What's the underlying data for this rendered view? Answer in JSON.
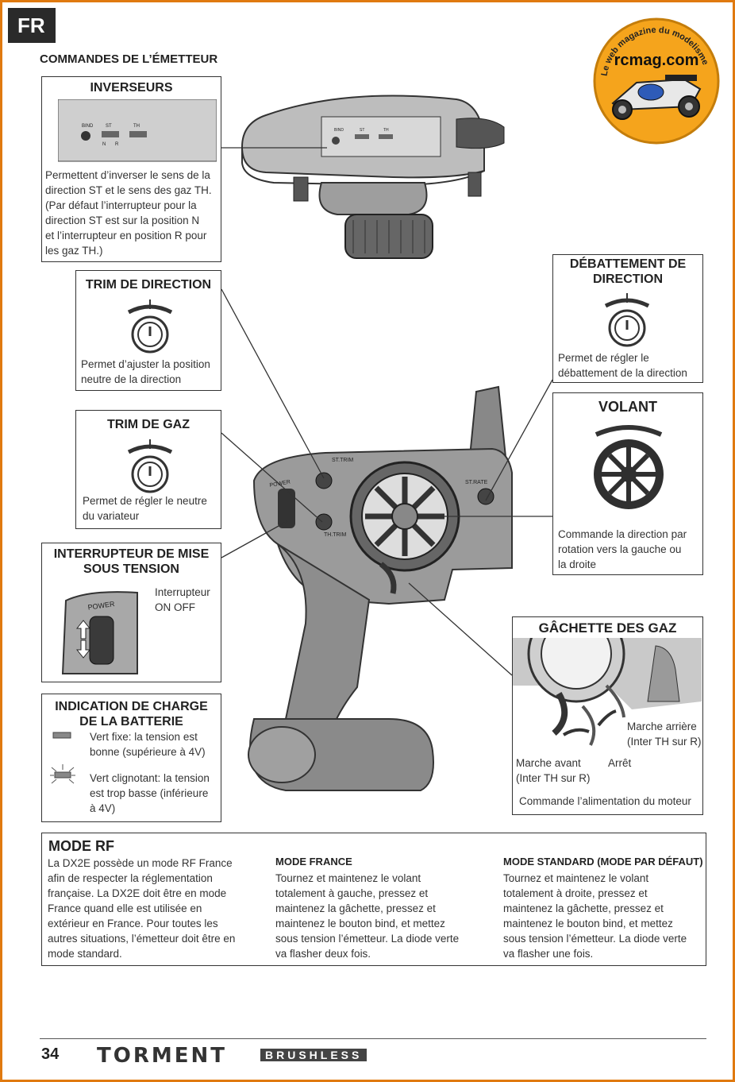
{
  "page": {
    "lang_tag": "FR",
    "section_title": "COMMANDES DE L’ÉMETTEUR",
    "page_number": "34",
    "brand": "TORMENT",
    "brand_sub": "BRUSHLESS"
  },
  "logo": {
    "arc_text": "Le web magazine du modelisme",
    "main_text": "rcmag.com"
  },
  "inverseurs": {
    "title": "INVERSEURS",
    "text": "Permettent d’inverser le sens de la\ndirection ST et le sens des gaz TH.\n(Par défaut l’interrupteur pour la\ndirection ST est sur la position N\net l’interrupteur en position R pour\nles gaz TH.)"
  },
  "trim_direction": {
    "title": "TRIM DE DIRECTION",
    "text": "Permet d’ajuster la position\nneutre de la direction"
  },
  "trim_gaz": {
    "title": "TRIM DE GAZ",
    "text": "Permet de régler le neutre\ndu variateur"
  },
  "interrupteur": {
    "title": "INTERRUPTEUR DE MISE\nSOUS TENSION",
    "text": "Interrupteur\nON OFF",
    "switch_label": "POWER"
  },
  "batterie": {
    "title": "INDICATION DE CHARGE\nDE LA BATTERIE",
    "fixed_text": "Vert fixe: la tension est\nbonne (supérieure à 4V)",
    "blink_text": "Vert clignotant: la tension\nest trop basse (inférieure\nà 4V)"
  },
  "debattement": {
    "title": "DÉBATTEMENT DE\nDIRECTION",
    "text": "Permet de régler le\ndébattement de la direction"
  },
  "volant": {
    "title": "VOLANT",
    "text": "Commande la direction par\nrotation vers la gauche ou\nla droite"
  },
  "gachette": {
    "title": "GÂCHETTE DES GAZ",
    "reverse": "Marche arrière\n(Inter TH sur R)",
    "forward": "Marche avant\n(Inter TH sur R)",
    "stop": "Arrêt",
    "caption": "Commande l’alimentation du moteur"
  },
  "transmitter_labels": {
    "power": "POWER",
    "st_trim": "ST.TRIM",
    "th_trim": "TH.TRIM",
    "st_rate": "ST.RATE",
    "bind": "BIND",
    "st": "ST",
    "th": "TH",
    "n": "N",
    "r": "R"
  },
  "rf": {
    "title": "MODE RF",
    "intro": "La DX2E possède un mode RF France\nafin de respecter la réglementation\nfrançaise. La DX2E doit être en mode\nFrance quand elle est utilisée en\nextérieur en France. Pour toutes les\nautres situations, l’émetteur doit être en\nmode standard.",
    "france_title": "MODE FRANCE",
    "france_text": "Tournez et maintenez le volant\ntotalement à gauche, pressez et\nmaintenez la gâchette, pressez et\nmaintenez le bouton bind, et mettez\nsous tension l’émetteur. La diode verte\nva flasher deux fois.",
    "standard_title": "MODE STANDARD (MODE PAR DÉFAUT)",
    "standard_text": "Tournez et maintenez le volant\ntotalement à droite, pressez et\nmaintenez la gâchette, pressez et\nmaintenez le bouton bind, et mettez\nsous tension l’émetteur. La diode verte\nva flasher une fois."
  }
}
